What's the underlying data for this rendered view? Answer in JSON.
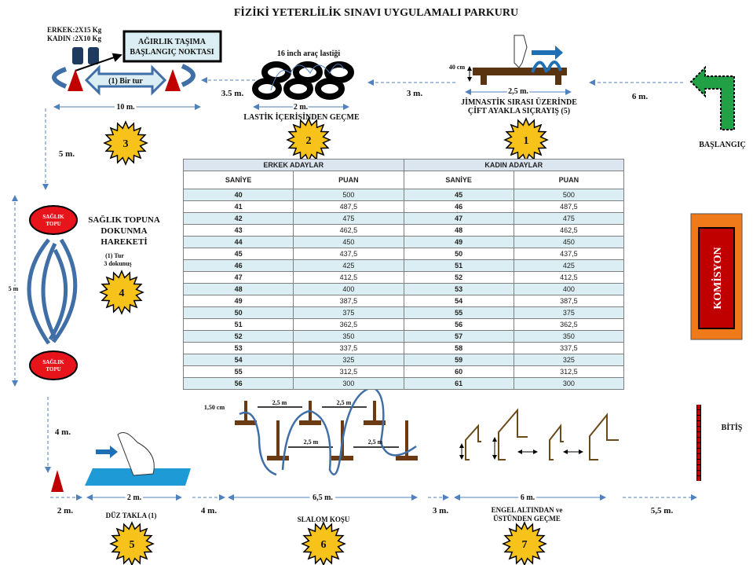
{
  "title": "FİZİKİ YETERLİLİK SINAVI UYGULAMALI PARKURU",
  "start_label": "BAŞLANGIÇ",
  "finish_label": "BİTİŞ",
  "commission_label": "KOMİSYON",
  "colors": {
    "cone": "#c00000",
    "arrow": "#3f6fa6",
    "start": "#22a045",
    "star": "#f7c21a",
    "commission_outer": "#f07a1a",
    "commission_inner": "#c00000",
    "bench": "#5a3310",
    "mat": "#1e9bd7"
  },
  "stations": {
    "s1": {
      "number": "1",
      "line1": "JİMNASTİK SIRASI ÜZERİNDE",
      "line2": "ÇİFT AYAKLA SIÇRAYIŞ (5)",
      "height": "40 cm",
      "length": "2,5 m."
    },
    "s2": {
      "number": "2",
      "name": "LASTİK İÇERİSİNDEN GEÇME",
      "tire": "16 inch araç lastiği",
      "length": "2 m."
    },
    "s3": {
      "number": "3",
      "weights_male": "ERKEK:2X15 Kg",
      "weights_female": "KADIN :2X10 Kg",
      "start_line1": "AĞIRLIK TAŞIMA",
      "start_line2": "BAŞLANGIÇ NOKTASI",
      "lap": "(1) Bir tur",
      "length": "10 m."
    },
    "s4": {
      "number": "4",
      "line1": "SAĞLIK TOPUNA",
      "line2": "DOKUNMA",
      "line3": "HAREKETİ",
      "lap": "(1)  Tur",
      "touches": "3 dokunuş",
      "ball": "SAĞLIK",
      "ball2": "TOPU",
      "length": "5 m"
    },
    "s5": {
      "number": "5",
      "name": "DÜZ TAKLA (1)",
      "length": "2 m."
    },
    "s6": {
      "number": "6",
      "name": "SLALOM KOŞU",
      "length": "6,5 m.",
      "pole_height": "1,50 cm",
      "spacing": "2,5 m"
    },
    "s7": {
      "number": "7",
      "line1": "ENGEL  ALTINDAN ve",
      "line2": "ÜSTÜNDEN GEÇME",
      "length": "6 m."
    }
  },
  "distances": {
    "start_to_1": "6 m.",
    "s1_to_s2": "3 m.",
    "s2_to_s3": "3.5 m.",
    "s3_to_s4": "5 m.",
    "s4_to_s5": "4 m.",
    "to_s5": "2 m.",
    "s5_to_s6": "4 m.",
    "s6_to_s7": "3 m.",
    "s7_to_finish": "5,5 m."
  },
  "table": {
    "groups": [
      "ERKEK ADAYLAR",
      "KADIN ADAYLAR"
    ],
    "columns": [
      "SANİYE",
      "PUAN",
      "SANİYE",
      "PUAN"
    ],
    "rows": [
      [
        "40",
        "500",
        "45",
        "500"
      ],
      [
        "41",
        "487,5",
        "46",
        "487,5"
      ],
      [
        "42",
        "475",
        "47",
        "475"
      ],
      [
        "43",
        "462,5",
        "48",
        "462,5"
      ],
      [
        "44",
        "450",
        "49",
        "450"
      ],
      [
        "45",
        "437,5",
        "50",
        "437,5"
      ],
      [
        "46",
        "425",
        "51",
        "425"
      ],
      [
        "47",
        "412,5",
        "52",
        "412,5"
      ],
      [
        "48",
        "400",
        "53",
        "400"
      ],
      [
        "49",
        "387,5",
        "54",
        "387,5"
      ],
      [
        "50",
        "375",
        "55",
        "375"
      ],
      [
        "51",
        "362,5",
        "56",
        "362,5"
      ],
      [
        "52",
        "350",
        "57",
        "350"
      ],
      [
        "53",
        "337,5",
        "58",
        "337,5"
      ],
      [
        "54",
        "325",
        "59",
        "325"
      ],
      [
        "55",
        "312,5",
        "60",
        "312,5"
      ],
      [
        "56",
        "300",
        "61",
        "300"
      ]
    ]
  }
}
